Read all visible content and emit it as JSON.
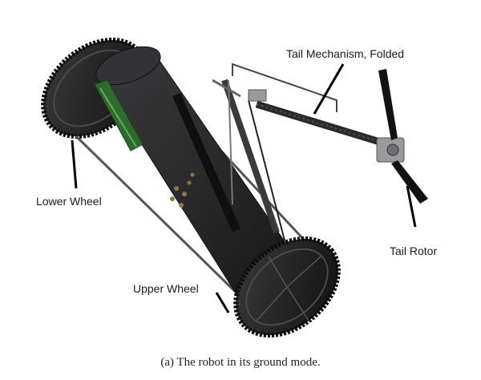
{
  "labels": {
    "tail_mechanism": "Tail Mechanism, Folded",
    "lower_wheel": "Lower Wheel",
    "tail_rotor": "Tail Rotor",
    "upper_wheel": "Upper Wheel"
  },
  "caption": "(a) The robot in its ground mode.",
  "colors": {
    "body": "#2b2b2d",
    "body_dark": "#151516",
    "wheel": "#1e1e1f",
    "metal": "#9a9a9c",
    "board_green": "#3f8a3a",
    "rotor_blade": "#121212"
  }
}
